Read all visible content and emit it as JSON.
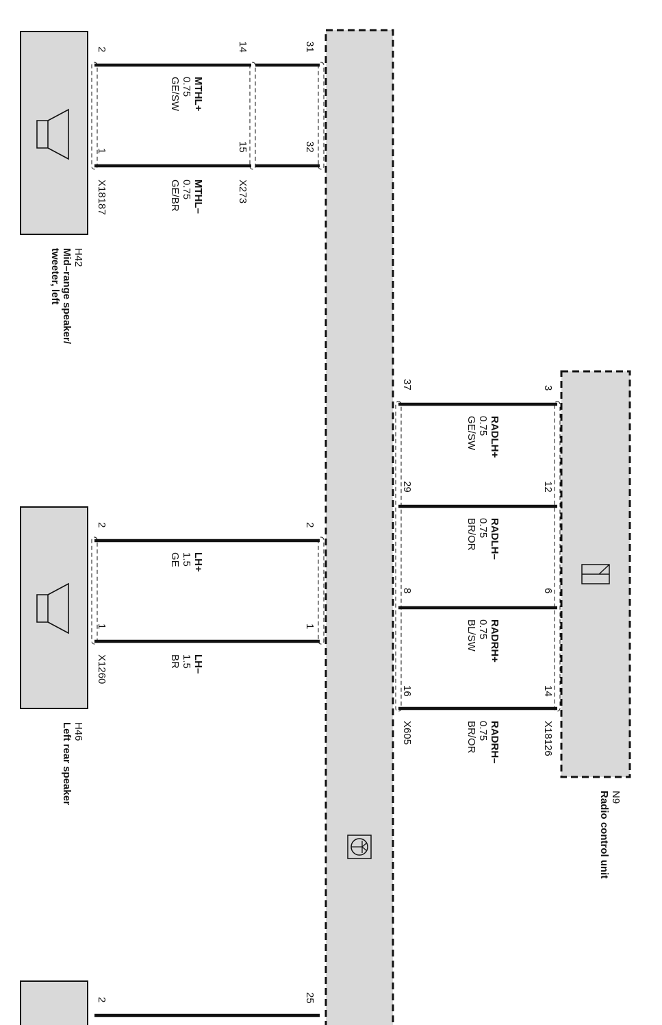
{
  "colors": {
    "module_fill": "#d9d9d9",
    "line": "#111111",
    "background": "#ffffff"
  },
  "components": {
    "h42": {
      "code": "H42",
      "name_line1": "Mid–range speaker/",
      "name_line2": "tweeter, left",
      "icon": "speaker-icon"
    },
    "h46": {
      "code": "H46",
      "name_line1": "Left rear speaker",
      "icon": "speaker-icon"
    },
    "n9": {
      "code": "N9",
      "name_line1": "Radio control unit",
      "icon": "speaker-icon"
    },
    "amp": {
      "icon": "amplifier-module-icon"
    }
  },
  "connectors": {
    "x18187": "X18187",
    "x273": "X273",
    "x1260": "X1260",
    "x18126": "X18126",
    "x605": "X605"
  },
  "pins": {
    "h42_p2": "2",
    "h42_p1": "1",
    "x273_p14": "14",
    "x273_p15": "15",
    "amp_p31": "31",
    "amp_p32": "32",
    "h46_p2": "2",
    "h46_p1": "1",
    "amp_p2": "2",
    "amp_p1": "1",
    "bottom_left_p2": "2",
    "amp_p25": "25",
    "amp_p37": "37",
    "amp_p29": "29",
    "amp_p8": "8",
    "amp_p16": "16",
    "n9_p3": "3",
    "n9_p12": "12",
    "n9_p6": "6",
    "n9_p14": "14"
  },
  "wires": {
    "mthl_plus": {
      "name": "MTHL+",
      "size": "0.75",
      "color": "GE/SW"
    },
    "mthl_minus": {
      "name": "MTHL–",
      "size": "0.75",
      "color": "GE/BR"
    },
    "lh_plus": {
      "name": "LH+",
      "size": "1.5",
      "color": "GE"
    },
    "lh_minus": {
      "name": "LH–",
      "size": "1.5",
      "color": "BR"
    },
    "radlh_plus": {
      "name": "RADLH+",
      "size": "0.75",
      "color": "GE/SW"
    },
    "radlh_minus": {
      "name": "RADLH–",
      "size": "0.75",
      "color": "BR/OR"
    },
    "radrh_plus": {
      "name": "RADRH+",
      "size": "0.75",
      "color": "BL/SW"
    },
    "radrh_minus": {
      "name": "RADRH–",
      "size": "0.75",
      "color": "BR/OR"
    }
  }
}
